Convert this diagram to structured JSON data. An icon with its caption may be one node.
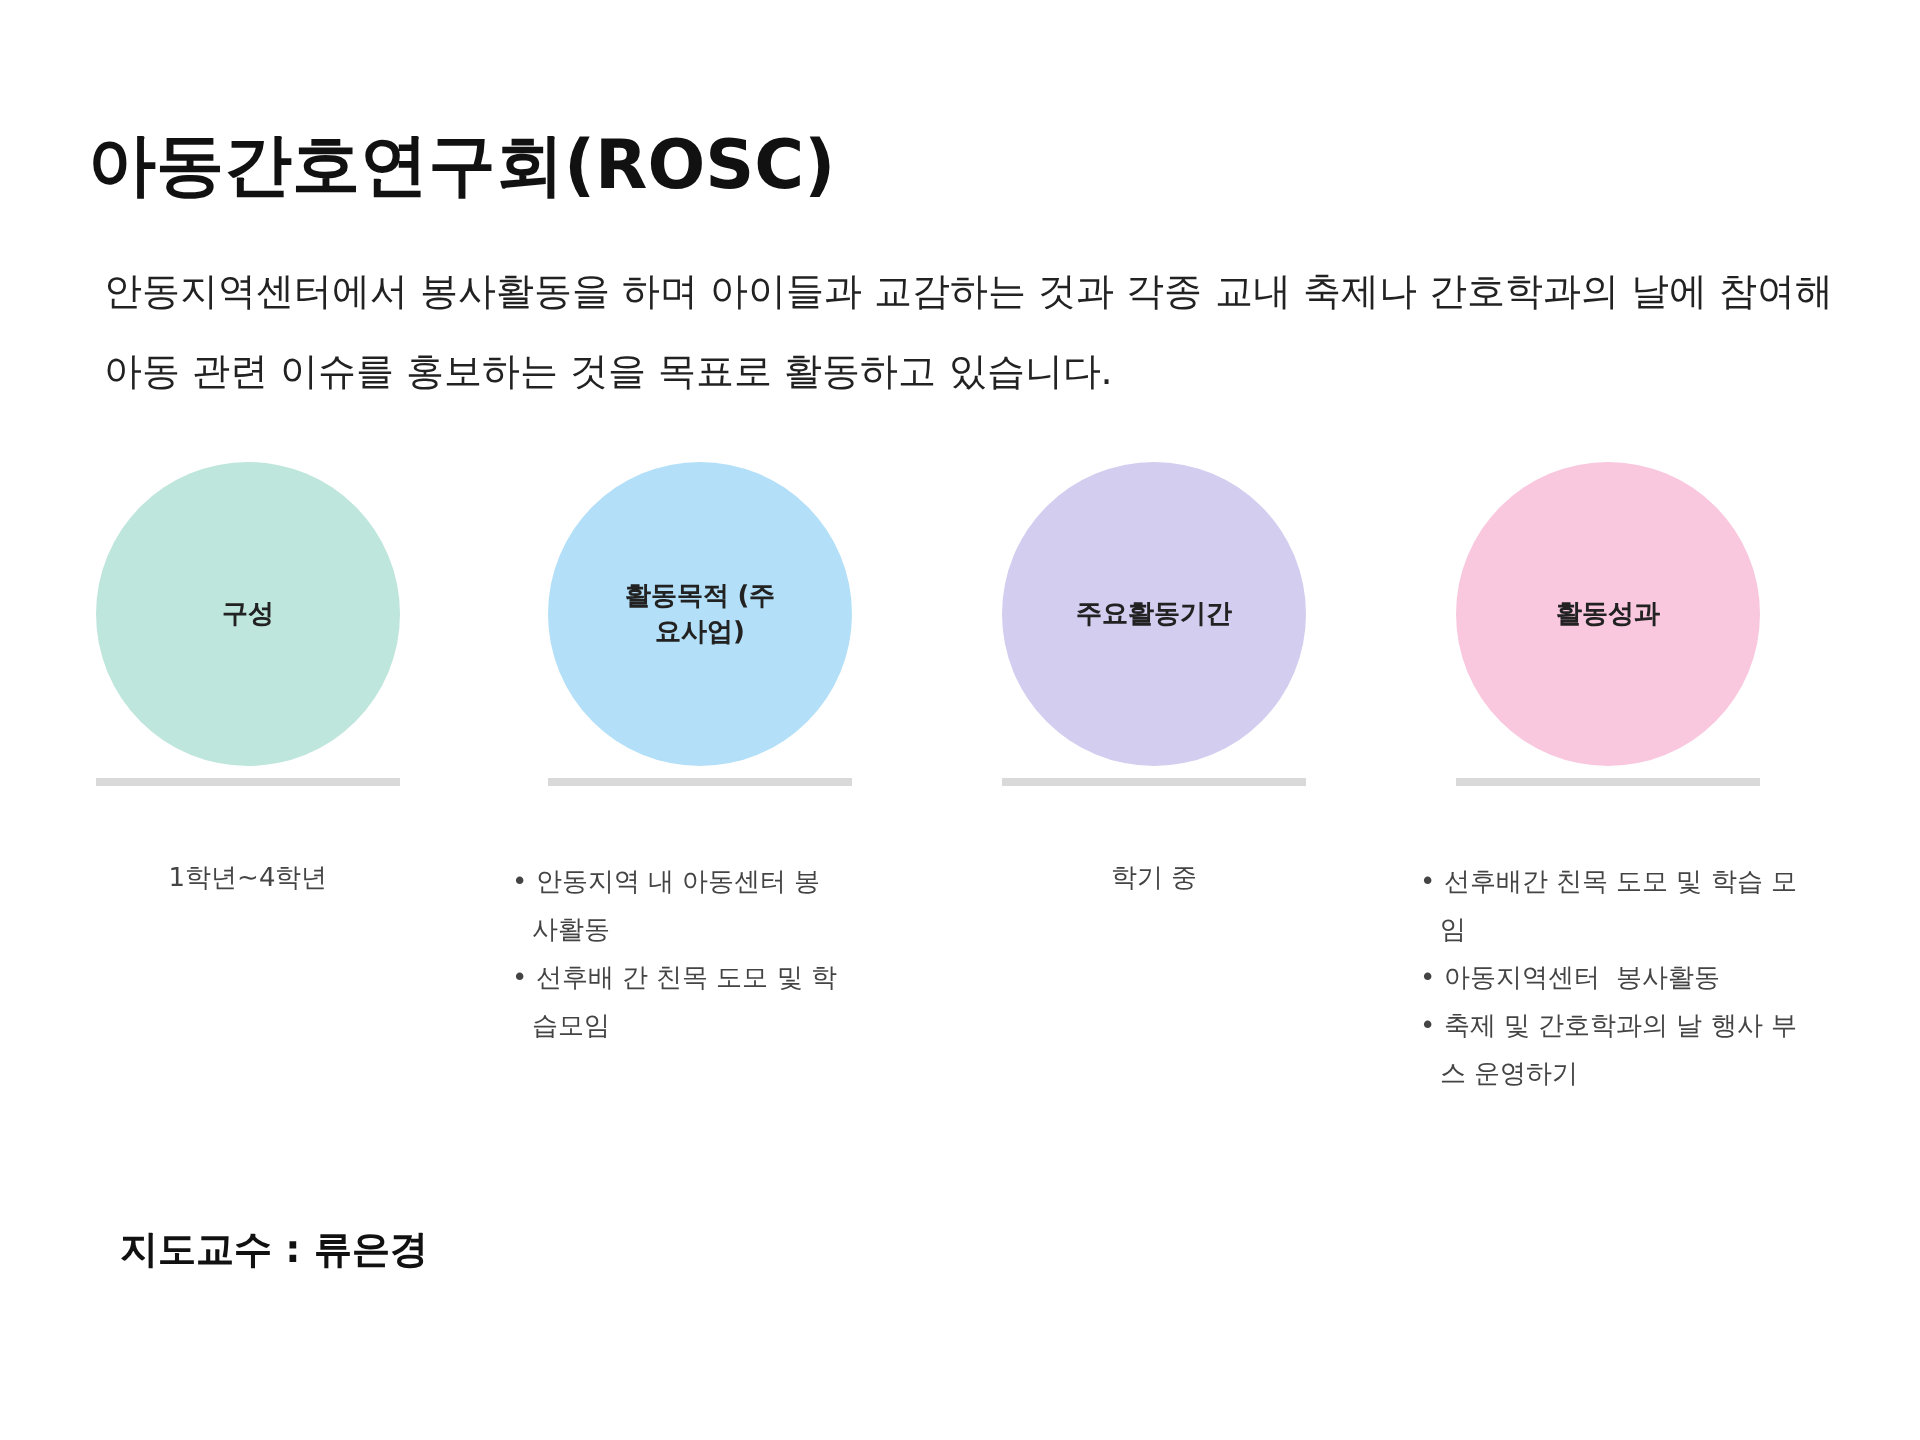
{
  "diagram": {
    "title": "아동간호연구회(ROSC)",
    "nodes": [
      {
        "text": [
          "구성"
        ],
        "beside": [
          "1학년~4학년"
        ]
      },
      {
        "text": [
          "활동목적 (주요사업)"
        ],
        "beside": [
          "• 안동지역 내 아동센터 봉사활동",
          "• 선후배 간 친목 도모 및 학습모임"
        ]
      },
      {
        "text": [
          "주요활동기간"
        ],
        "beside": [
          "학기 중"
        ]
      },
      {
        "text": [
          "활동성과"
        ],
        "beside": [
          "• 선후배간 친목 도모 및 학습 모임",
          "• 아동지역센터  봉사활동",
          "• 축제 및 간호학과의 날 행사 부스 운영하기"
        ]
      }
    ],
    "edges": [],
    "labels": [
      "안동지역센터에서 봉사활동을 하며 아이들과 교감하는 것과 각종 교내 축제나 간호학과의 날에 참여해 아동 관련 이슈를 홍보하는 것을 목표로 활동하고 있습니다.",
      "지도교수 : 류은경"
    ]
  }
}
